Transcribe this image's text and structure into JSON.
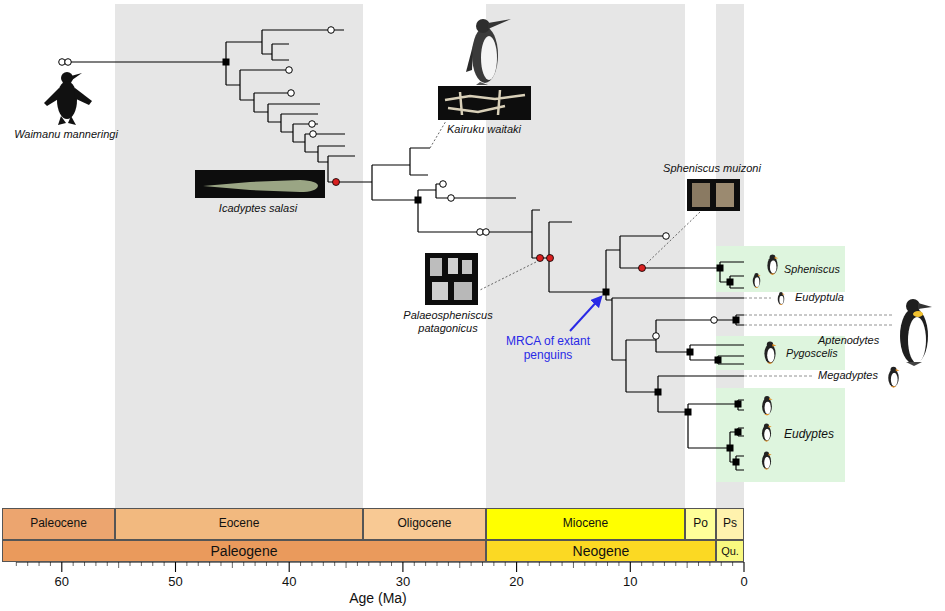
{
  "diagram": {
    "nodes": [
      {
        "text": [
          "Spheniscus"
        ]
      },
      {
        "text": [
          "Pygoscelis"
        ]
      },
      {
        "text": [
          "Eudyptes"
        ]
      },
      {
        "text": [
          "Paleocene"
        ]
      },
      {
        "text": [
          "Eocene"
        ]
      },
      {
        "text": [
          "Oligocene"
        ]
      },
      {
        "text": [
          "Miocene"
        ]
      },
      {
        "text": [
          "Po"
        ]
      },
      {
        "text": [
          "Ps"
        ]
      },
      {
        "text": [
          "Paleogene"
        ]
      },
      {
        "text": [
          "Neogene"
        ]
      },
      {
        "text": [
          "Qu."
        ]
      }
    ],
    "labels": [
      "Waimanu manneringi",
      "Kairuku waitaki",
      "Icadyptes salasi",
      "Spheniscus muizoni",
      "Palaeospheniscus patagonicus",
      "MRCA of extant penguins",
      "Eudyptula",
      "Aptenodytes",
      "Megadyptes",
      "60",
      "50",
      "40",
      "30",
      "20",
      "10",
      "0",
      "Age (Ma)"
    ]
  }
}
